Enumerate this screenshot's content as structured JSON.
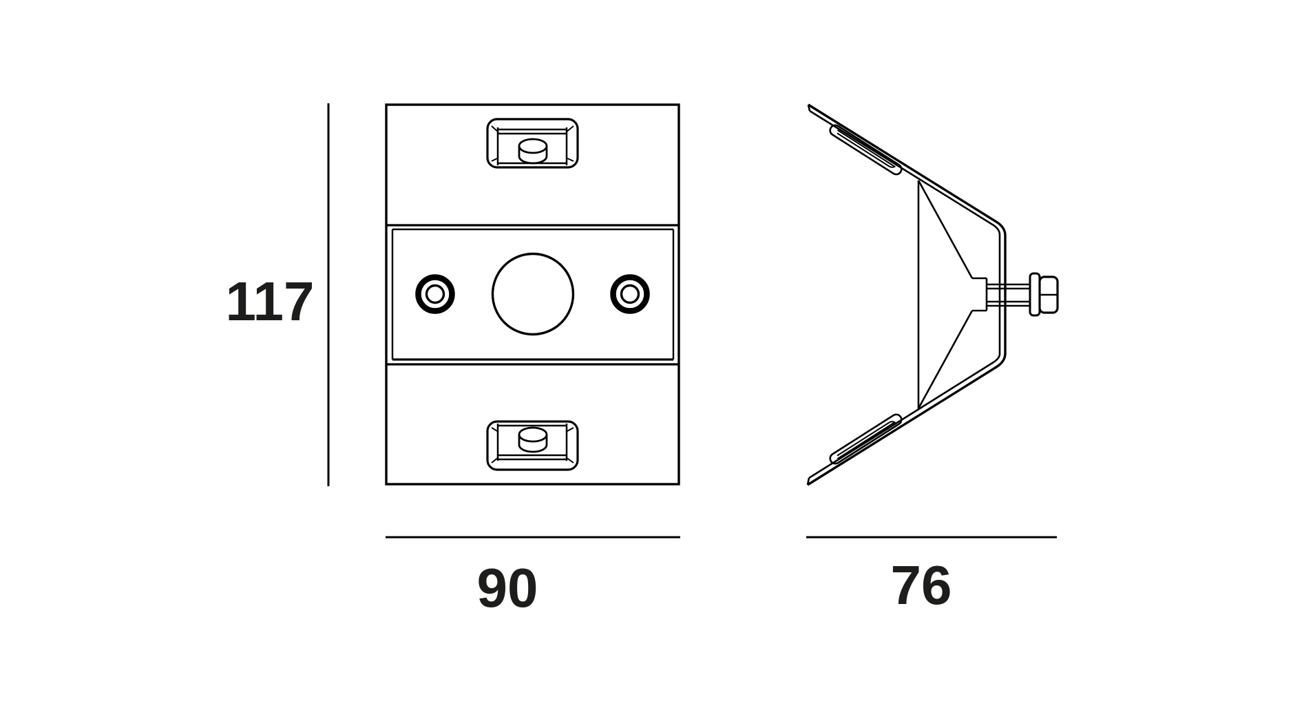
{
  "drawing": {
    "background_color": "#ffffff",
    "line_color": "#000000",
    "text_color": "#1d1d1b",
    "front_view": {
      "height_label": "117",
      "width_label": "90"
    },
    "side_view": {
      "depth_label": "76"
    }
  }
}
